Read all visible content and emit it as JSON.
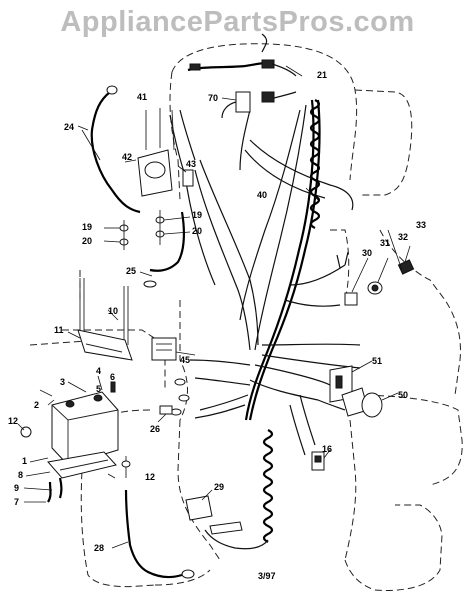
{
  "watermark": "AppliancePartsPros.com",
  "date_code": "3/97",
  "callouts": {
    "c1": "1",
    "c2": "2",
    "c3": "3",
    "c4": "4",
    "c5": "5",
    "c6": "6",
    "c7": "7",
    "c8": "8",
    "c9": "9",
    "c10": "10",
    "c11": "11",
    "c12a": "12",
    "c12b": "12",
    "c16": "16",
    "c19a": "19",
    "c19b": "19",
    "c20a": "20",
    "c20b": "20",
    "c21": "21",
    "c24": "24",
    "c25": "25",
    "c26": "26",
    "c28": "28",
    "c29": "29",
    "c30": "30",
    "c31": "31",
    "c32": "32",
    "c33": "33",
    "c40": "40",
    "c41": "41",
    "c42": "42",
    "c43": "43",
    "c45": "45",
    "c50": "50",
    "c51": "51",
    "c70": "70"
  }
}
